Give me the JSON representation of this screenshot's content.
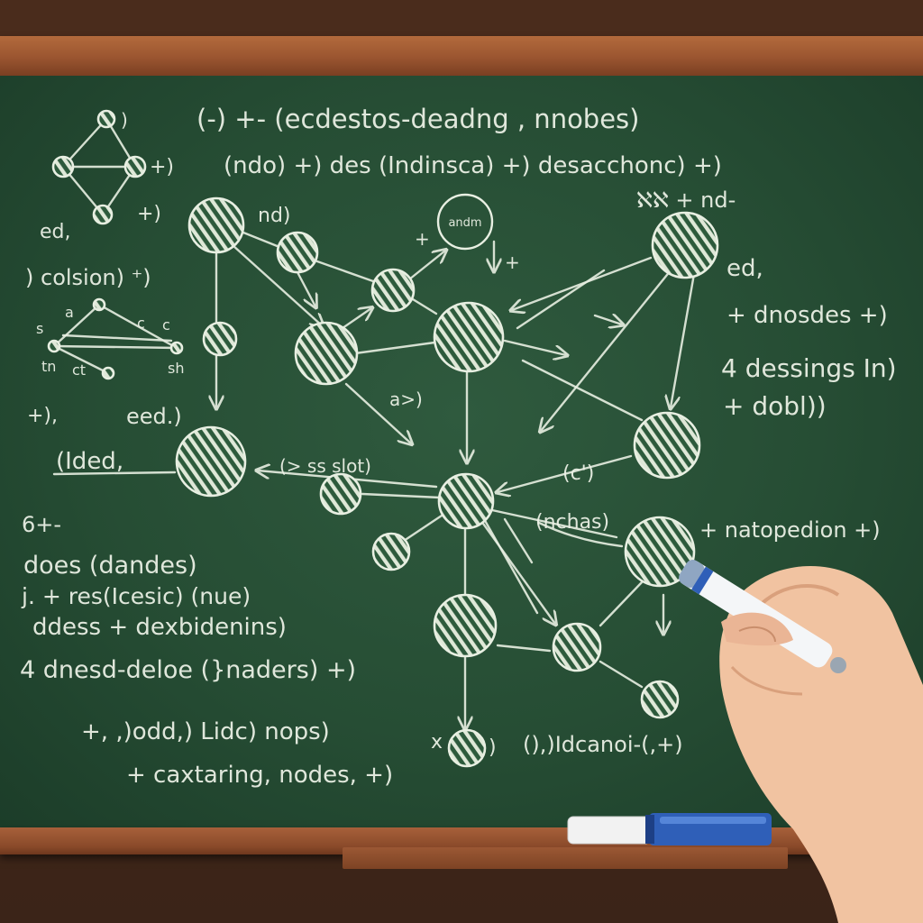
{
  "board_text": {
    "header_1": "(-) +- (ecdestos-deadng , nnobes)",
    "header_2": "(ndo) +) des (Indinsca) +) desacchonc) +)",
    "top_right": "ℵℵ + nd-",
    "node_label_nd": "nd)",
    "bubble": "andm",
    "bubble_mark": "+",
    "bubble_arrow_mark": "+",
    "left_ed": "ed,",
    "left_plus_1": "+)",
    "left_plus_2": "+)",
    "left_colsion": ") colsion) ⁺)",
    "left_s": "s",
    "left_a": "a",
    "left_c": "c",
    "left_c2": "c",
    "left_tn": "tn",
    "left_ct": "ct",
    "left_sh": "sh",
    "left_plus_3": "+),",
    "left_eed": "eed.)",
    "left_ided": "(Ided,",
    "center_a": "a>)",
    "center_slot": "(> ss slot)",
    "center_c": "(c')",
    "center_nchas": "(nchas)",
    "right_ed": "ed,",
    "right_dnosdes": "+ dnosdes +)",
    "right_dessings": "4 dessings In)",
    "right_dobi": "+ dobl))",
    "right_natopedion": "+ natopedion +)",
    "left_b_1": "6+-",
    "left_b_2": "does  (dandes)",
    "left_b_3": "j. + res(Icesic)     (nue)",
    "left_b_4": "ddess + dexbidenins)",
    "left_b_5": "4  dnesd-deloe (}naders) +)",
    "bottom_1": "+, ,)odd,) Lidc) nops)",
    "bottom_2": "+ caxtaring, nodes, +)",
    "bottom_x": "x",
    "bottom_paren": ")",
    "bottom_right": "(),)Idcanoi-(,+)"
  }
}
